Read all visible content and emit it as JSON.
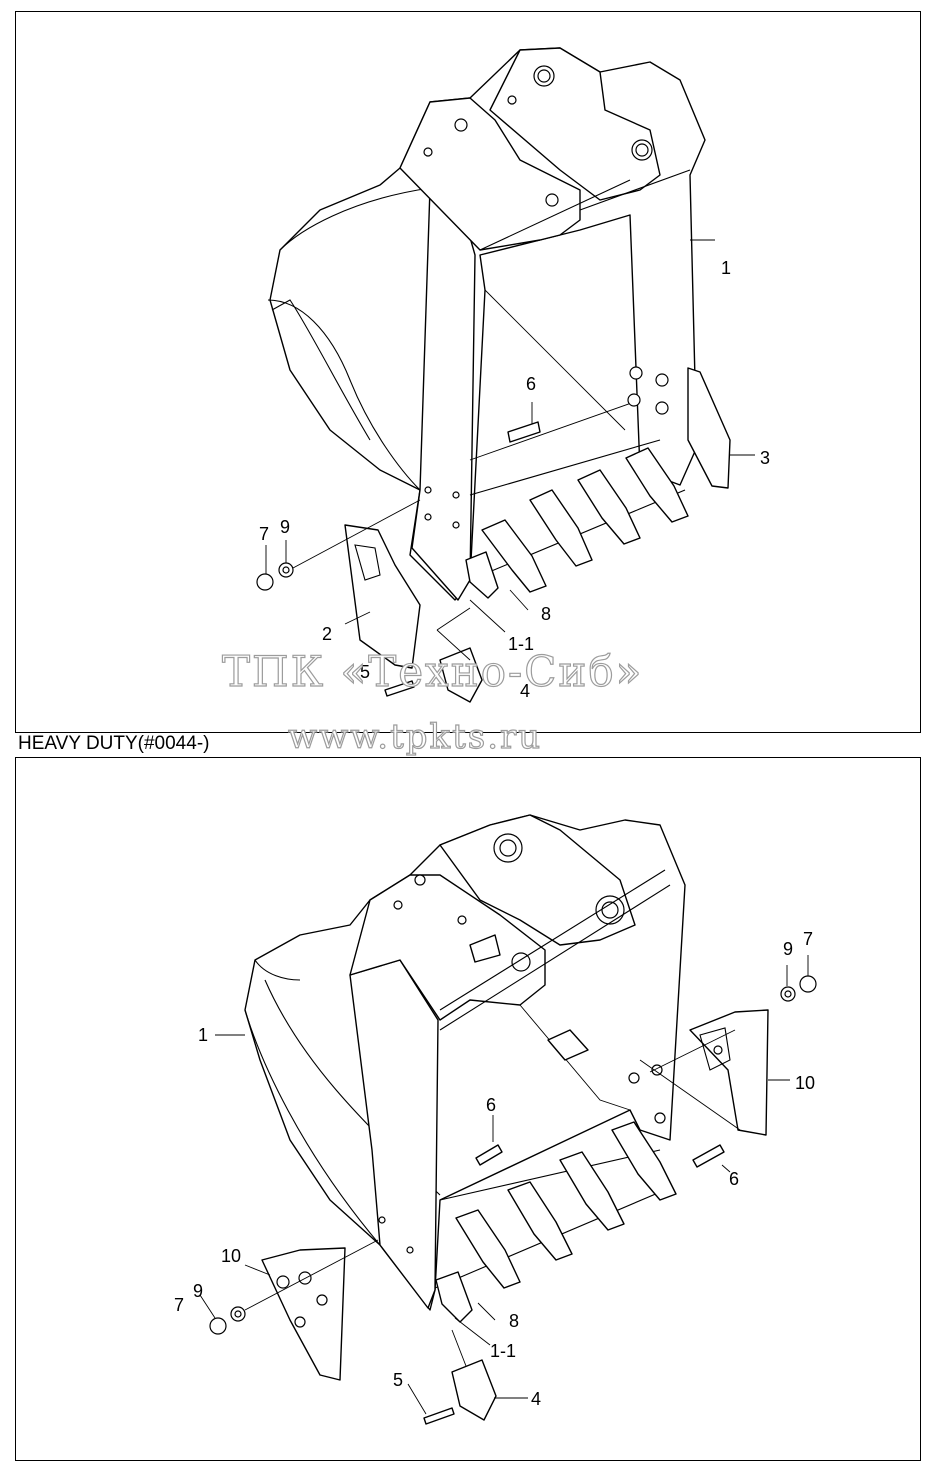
{
  "diagrams": [
    {
      "callouts": [
        "1",
        "3",
        "6",
        "7",
        "9",
        "2",
        "8",
        "1-1",
        "5",
        "4"
      ]
    },
    {
      "variant_label": "HEAVY DUTY(#0044-)",
      "callouts": [
        "1",
        "9",
        "7",
        "10",
        "6",
        "6",
        "10",
        "7",
        "9",
        "8",
        "1-1",
        "5",
        "4"
      ]
    }
  ],
  "watermark": {
    "line1": "ТПК «Техно-Сиб»",
    "line2": "www.tpkts.ru"
  }
}
